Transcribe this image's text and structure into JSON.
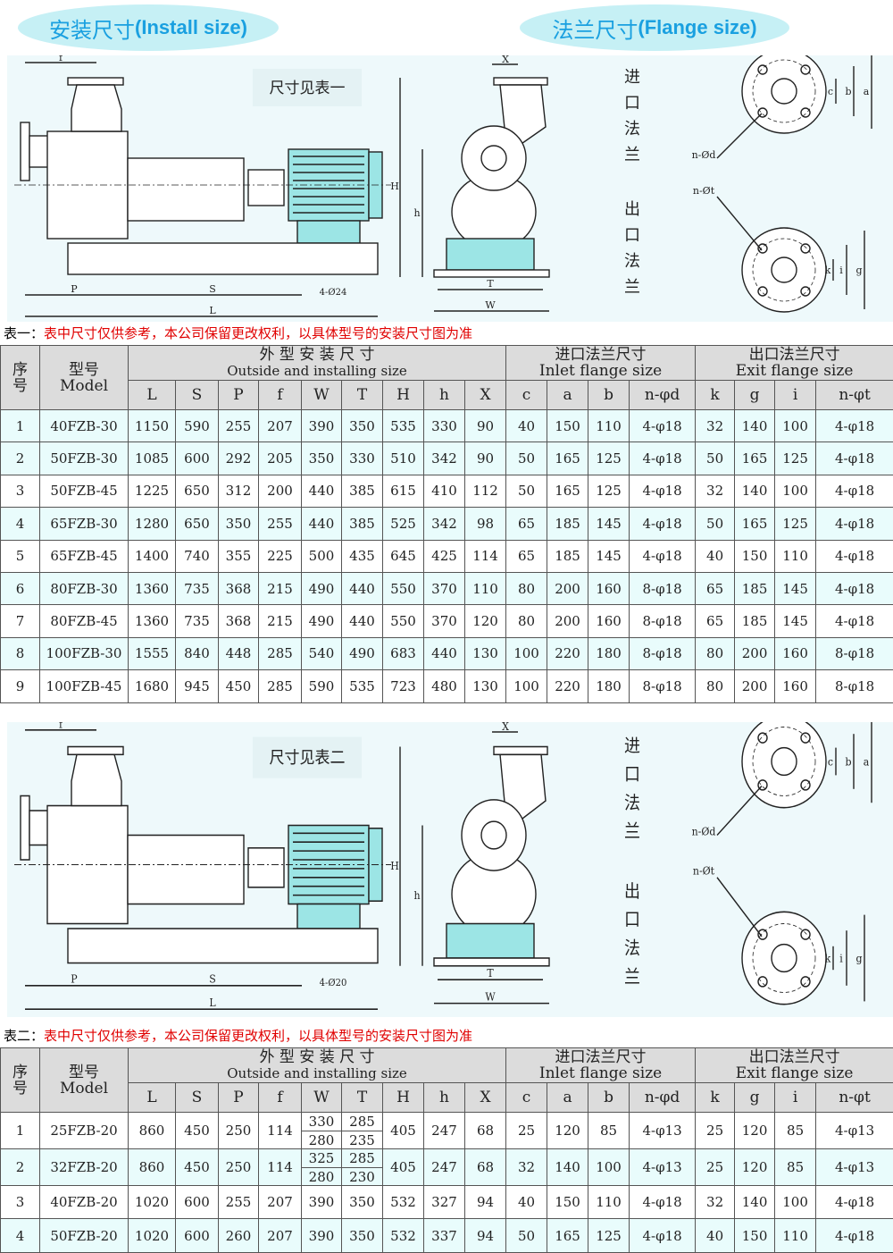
{
  "headings": {
    "install": {
      "cn": "安装尺寸",
      "en": "(Install size)"
    },
    "flange": {
      "cn": "法兰尺寸",
      "en": "(Flange size)"
    }
  },
  "colors": {
    "accent": "#1aa0e0",
    "motor": "#9ce5e5",
    "note": "#e00000"
  },
  "drawings": [
    {
      "note": "尺寸见表一",
      "inlet": [
        "进",
        "口",
        "法",
        "兰"
      ],
      "outlet": [
        "出",
        "口",
        "法",
        "兰"
      ],
      "dims": {
        "f": "f",
        "P": "P",
        "S": "S",
        "L": "L",
        "holes": "4-Ø24",
        "X": "X",
        "H": "H",
        "h": "h",
        "T": "T",
        "W": "W",
        "c": "c",
        "b": "b",
        "a": "a",
        "nd": "n-Ød",
        "nt": "n-Øt",
        "k": "k",
        "i": "i",
        "g": "g"
      }
    },
    {
      "note": "尺寸见表二",
      "inlet": [
        "进",
        "口",
        "法",
        "兰"
      ],
      "outlet": [
        "出",
        "口",
        "法",
        "兰"
      ],
      "dims": {
        "f": "f",
        "P": "P",
        "S": "S",
        "L": "L",
        "holes": "4-Ø20",
        "X": "X",
        "H": "H",
        "h": "h",
        "T": "T",
        "W": "W",
        "c": "c",
        "b": "b",
        "a": "a",
        "nd": "n-Ød",
        "nt": "n-Øt",
        "k": "k",
        "i": "i",
        "g": "g"
      }
    }
  ],
  "captions": [
    {
      "label": "表一：",
      "text": "表中尺寸仅供参考，本公司保留更改权利，以具体型号的安装尺寸图为准"
    },
    {
      "label": "表二：",
      "text": "表中尺寸仅供参考，本公司保留更改权利，以具体型号的安装尺寸图为准"
    }
  ],
  "header": {
    "no": "序号",
    "model_cn": "型号",
    "model_en": "Model",
    "outside_cn": "外 型 安 装 尺 寸",
    "outside_en": "Outside and installing size",
    "inlet_cn": "进口法兰尺寸",
    "inlet_en": "Inlet flange size",
    "exit_cn": "出口法兰尺寸",
    "exit_en": "Exit flange size",
    "cols": [
      "L",
      "S",
      "P",
      "f",
      "W",
      "T",
      "H",
      "h",
      "X",
      "c",
      "a",
      "b",
      "n-φd",
      "k",
      "g",
      "i",
      "n-φt"
    ]
  },
  "table1": [
    [
      "1",
      "40FZB-30",
      "1150",
      "590",
      "255",
      "207",
      "390",
      "350",
      "535",
      "330",
      "90",
      "40",
      "150",
      "110",
      "4-φ18",
      "32",
      "140",
      "100",
      "4-φ18"
    ],
    [
      "2",
      "50FZB-30",
      "1085",
      "600",
      "292",
      "205",
      "350",
      "330",
      "510",
      "342",
      "90",
      "50",
      "165",
      "125",
      "4-φ18",
      "50",
      "165",
      "125",
      "4-φ18"
    ],
    [
      "3",
      "50FZB-45",
      "1225",
      "650",
      "312",
      "200",
      "440",
      "385",
      "615",
      "410",
      "112",
      "50",
      "165",
      "125",
      "4-φ18",
      "32",
      "140",
      "100",
      "4-φ18"
    ],
    [
      "4",
      "65FZB-30",
      "1280",
      "650",
      "350",
      "255",
      "440",
      "385",
      "525",
      "342",
      "98",
      "65",
      "185",
      "145",
      "4-φ18",
      "50",
      "165",
      "125",
      "4-φ18"
    ],
    [
      "5",
      "65FZB-45",
      "1400",
      "740",
      "355",
      "225",
      "500",
      "435",
      "645",
      "425",
      "114",
      "65",
      "185",
      "145",
      "4-φ18",
      "40",
      "150",
      "110",
      "4-φ18"
    ],
    [
      "6",
      "80FZB-30",
      "1360",
      "735",
      "368",
      "215",
      "490",
      "440",
      "550",
      "370",
      "110",
      "80",
      "200",
      "160",
      "8-φ18",
      "65",
      "185",
      "145",
      "4-φ18"
    ],
    [
      "7",
      "80FZB-45",
      "1360",
      "735",
      "368",
      "215",
      "490",
      "440",
      "550",
      "370",
      "120",
      "80",
      "200",
      "160",
      "8-φ18",
      "65",
      "185",
      "145",
      "4-φ18"
    ],
    [
      "8",
      "100FZB-30",
      "1555",
      "840",
      "448",
      "285",
      "540",
      "490",
      "683",
      "440",
      "130",
      "100",
      "220",
      "180",
      "8-φ18",
      "80",
      "200",
      "160",
      "8-φ18"
    ],
    [
      "9",
      "100FZB-45",
      "1680",
      "945",
      "450",
      "285",
      "590",
      "535",
      "723",
      "480",
      "130",
      "100",
      "220",
      "180",
      "8-φ18",
      "80",
      "200",
      "160",
      "8-φ18"
    ]
  ],
  "table2": [
    [
      "1",
      "25FZB-20",
      "860",
      "450",
      "250",
      "114",
      [
        "330",
        "280"
      ],
      [
        "285",
        "235"
      ],
      "405",
      "247",
      "68",
      "25",
      "120",
      "85",
      "4-φ13",
      "25",
      "120",
      "85",
      "4-φ13"
    ],
    [
      "2",
      "32FZB-20",
      "860",
      "450",
      "250",
      "114",
      [
        "325",
        "280"
      ],
      [
        "285",
        "230"
      ],
      "405",
      "247",
      "68",
      "32",
      "140",
      "100",
      "4-φ13",
      "25",
      "120",
      "85",
      "4-φ13"
    ],
    [
      "3",
      "40FZB-20",
      "1020",
      "600",
      "255",
      "207",
      "390",
      "350",
      "532",
      "327",
      "94",
      "40",
      "150",
      "110",
      "4-φ18",
      "32",
      "140",
      "100",
      "4-φ18"
    ],
    [
      "4",
      "50FZB-20",
      "1020",
      "600",
      "260",
      "207",
      "390",
      "350",
      "532",
      "337",
      "94",
      "50",
      "165",
      "125",
      "4-φ18",
      "40",
      "150",
      "110",
      "4-φ18"
    ]
  ]
}
